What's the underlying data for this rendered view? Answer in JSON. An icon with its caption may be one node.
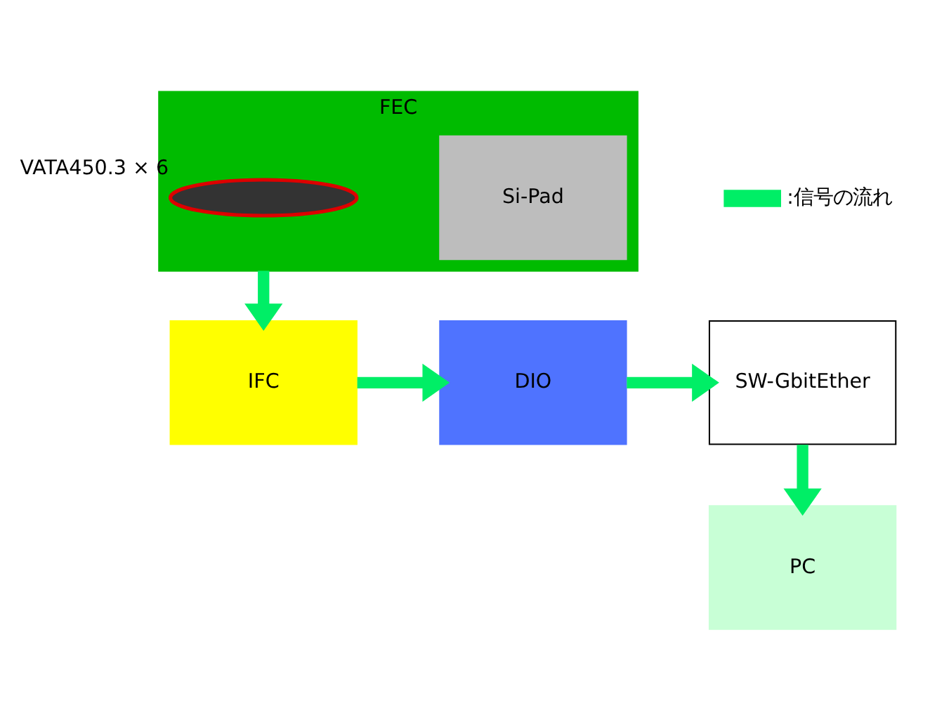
{
  "diagram": {
    "nodes": [
      {
        "text": [
          "FEC"
        ]
      },
      {
        "text": [
          "Si-Pad"
        ],
        "in": 0
      },
      {
        "text": [],
        "shape": "ellipse",
        "beside": [
          "VATA450.3 × 6"
        ],
        "in": 0
      },
      {
        "text": [
          "IFC"
        ]
      },
      {
        "text": [
          "DIO"
        ]
      },
      {
        "text": [
          "SW-GbitEther"
        ]
      },
      {
        "text": [
          "PC"
        ]
      }
    ],
    "edges": [
      {
        "from": 0,
        "to": 3,
        "arrow": "to"
      },
      {
        "from": 3,
        "to": 4,
        "arrow": "to"
      },
      {
        "from": 4,
        "to": 5,
        "arrow": "to"
      },
      {
        "from": 5,
        "to": 6,
        "arrow": "to"
      }
    ],
    "legend": [
      {
        "text": ":信号の流れ"
      }
    ]
  }
}
